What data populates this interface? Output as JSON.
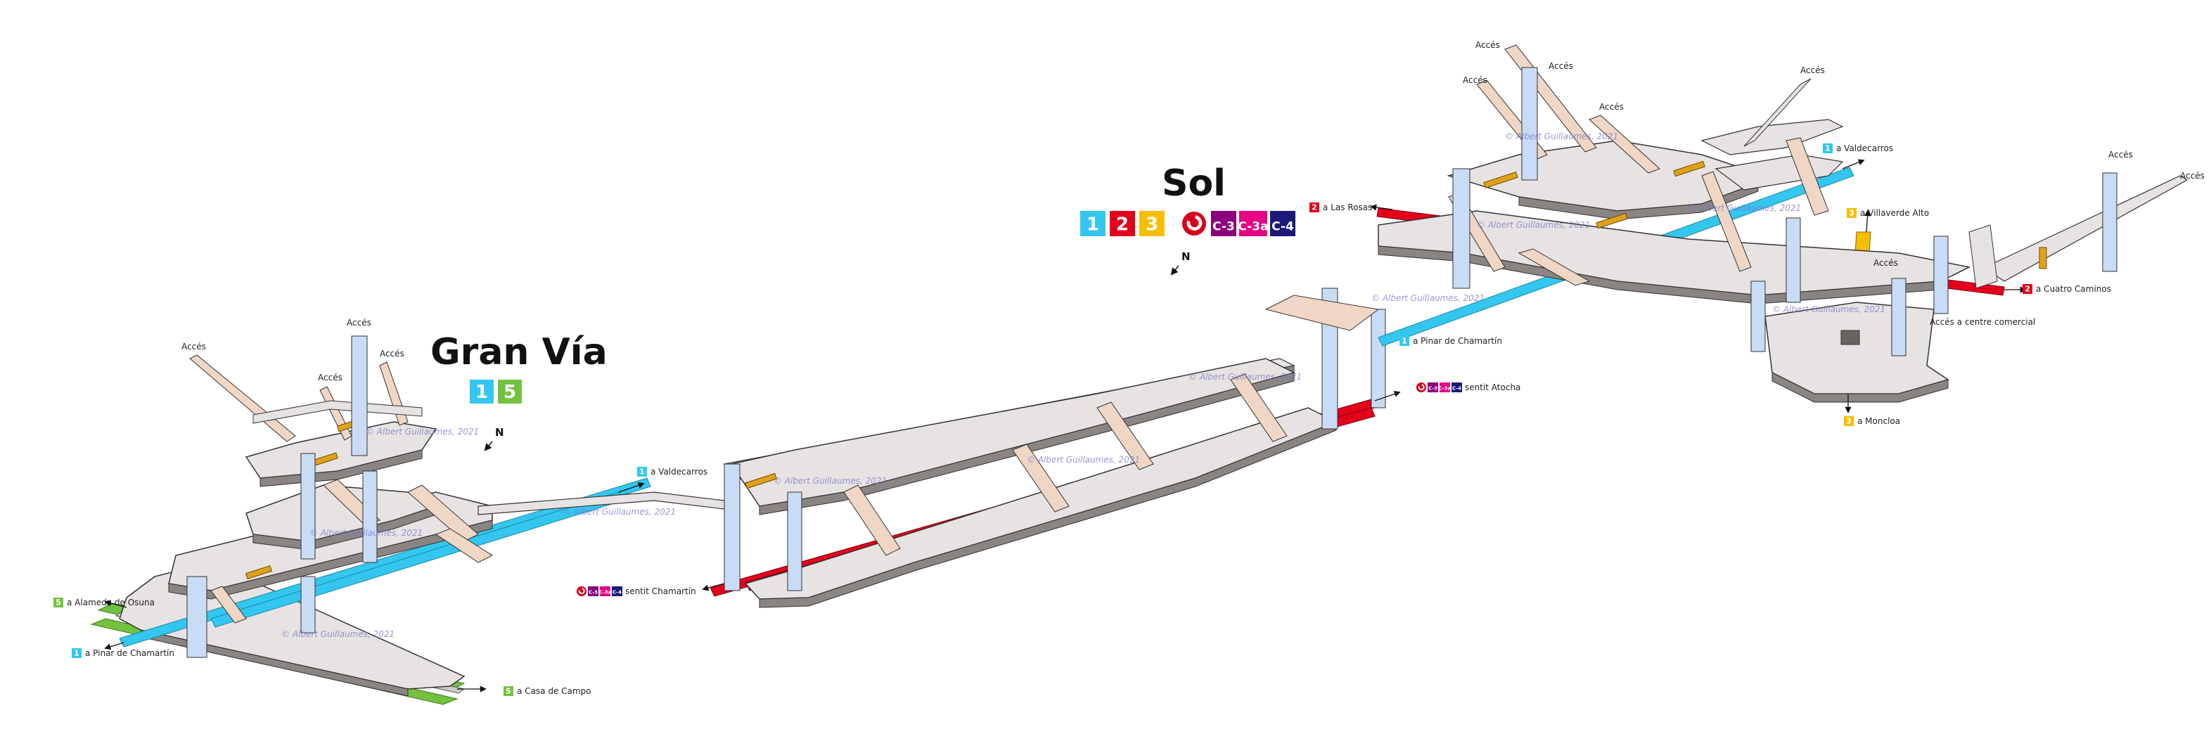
{
  "colors": {
    "line1": "#33c7ef",
    "line2": "#e4001b",
    "line3": "#f7be00",
    "line5": "#73c23f",
    "cercanias": "#d8001c",
    "c3": "#8b007c",
    "c3a": "#e70084",
    "c4": "#1c1a78",
    "platform": "#e7e3e2",
    "platform_shadow": "#8a8483",
    "corridor": "#f0d6c4",
    "pillar": "#c9dcf6",
    "stairs": "#e0a21a"
  },
  "gran_via": {
    "title": "Gran Vía",
    "lines": [
      "1",
      "5"
    ],
    "north_label": "N"
  },
  "sol": {
    "title": "Sol",
    "metro_lines": [
      "1",
      "2",
      "3"
    ],
    "cercanias_icon": "cercanias-icon",
    "cercanias_lines": [
      "C-3",
      "C-3a",
      "C-4"
    ],
    "north_label": "N"
  },
  "accesses": {
    "label": "Accés",
    "centre_comercial": "Accés a centre comercial"
  },
  "directions": {
    "gv_l1_valdecarros": "a Valdecarros",
    "gv_l5_alameda": "a Alameda de Osuna",
    "gv_l1_pinar": "a Pinar de Chamartín",
    "gv_l5_casa_campo": "a Casa de Campo",
    "cerc_chamartin": "sentit Chamartín",
    "cerc_atocha": "sentit Atocha",
    "sol_l1_valdecarros": "a Valdecarros",
    "sol_l2_rosas": "a Las Rosas",
    "sol_l3_villaverde": "a Villaverde Alto",
    "sol_l2_cuatro": "a Cuatro Caminos",
    "sol_l1_pinar": "a Pinar de Chamartín",
    "sol_l3_moncloa": "a Moncloa"
  },
  "watermark": "© Albert Guillaumes, 2021"
}
